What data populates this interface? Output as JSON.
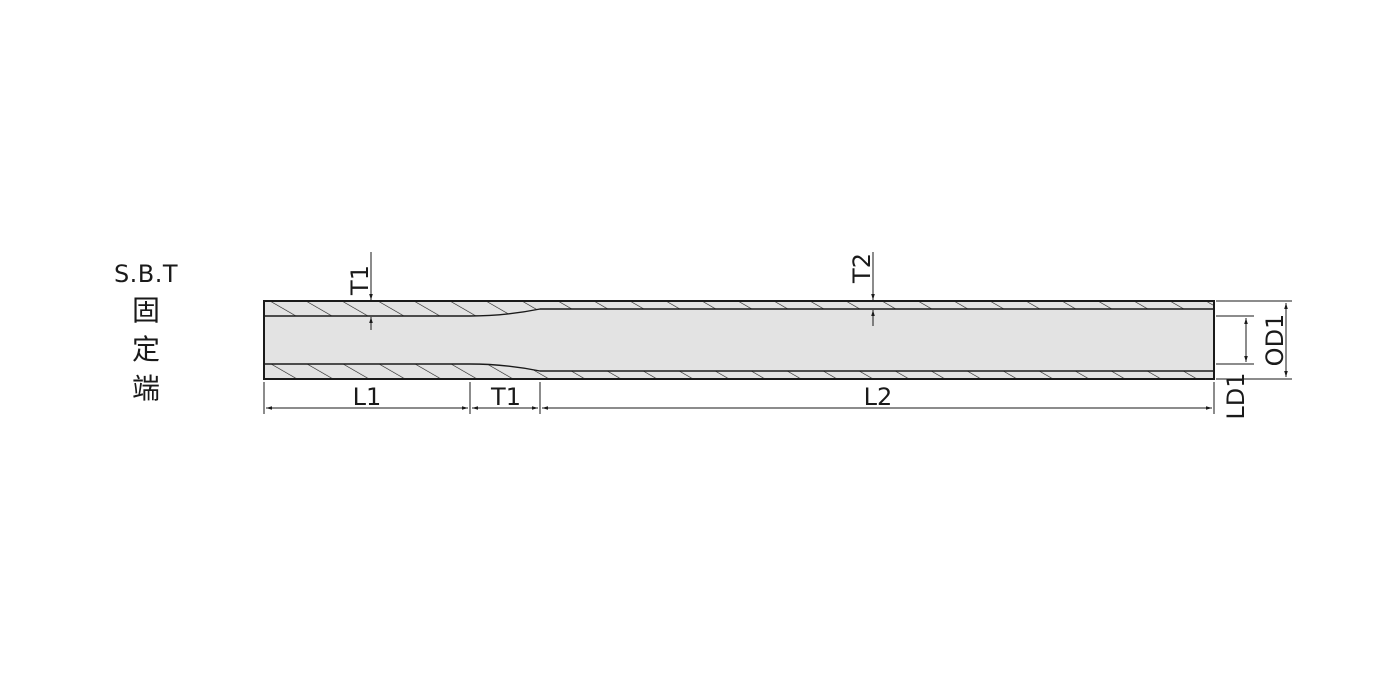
{
  "side_label": {
    "code": "S.B.T",
    "line1": "固",
    "line2": "定",
    "line3": "端"
  },
  "dimensions": {
    "t1_top": "T1",
    "t2_top": "T2",
    "l1": "L1",
    "t1_bottom": "T1",
    "l2": "L2",
    "ld1": "LD1",
    "od1": "OD1"
  },
  "colors": {
    "outline": "#1a1a1a",
    "bore_fill": "#e3e3e3",
    "wall_fill": "#e3e3e3",
    "hatch": "#1a1a1a"
  }
}
